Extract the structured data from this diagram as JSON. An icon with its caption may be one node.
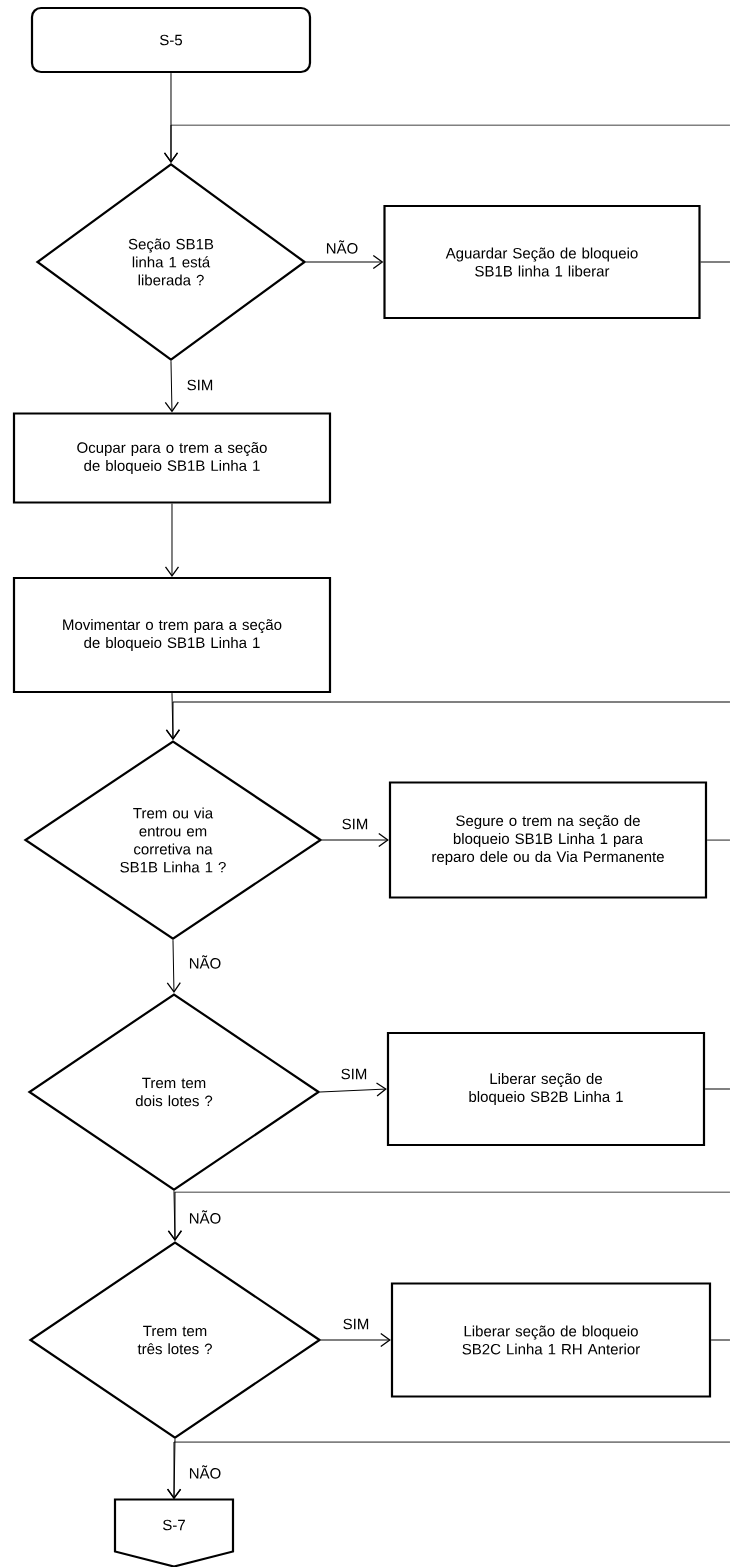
{
  "diagram": {
    "nodes": [
      {
        "text": [
          "S-5"
        ]
      },
      {
        "text": [
          "Seção SB1B linha 1 está liberada ?"
        ]
      },
      {
        "text": [
          "Aguardar Seção de bloqueio SB1B linha 1 liberar"
        ]
      },
      {
        "text": [
          "Ocupar para o trem a seção de bloqueio SB1B Linha 1"
        ]
      },
      {
        "text": [
          "Movimentar o trem para a seção de bloqueio SB1B Linha 1"
        ]
      },
      {
        "text": [
          "Trem ou via entrou em corretiva na SB1B Linha 1 ?"
        ]
      },
      {
        "text": [
          "Segure o trem na seção de bloqueio SB1B Linha 1 para reparo dele ou da Via Permanente"
        ]
      },
      {
        "text": [
          "Trem tem dois lotes ?"
        ]
      },
      {
        "text": [
          "Liberar seção de bloqueio SB2B Linha 1"
        ]
      },
      {
        "text": [
          "Trem tem três lotes ?"
        ]
      },
      {
        "text": [
          "Liberar seção de bloqueio SB2C Linha 1 RH Anterior"
        ]
      },
      {
        "text": [
          "S-7"
        ]
      }
    ],
    "edges": [
      {
        "from": 0,
        "to": 1,
        "arrow": "to"
      },
      {
        "from": null,
        "to": 1,
        "arrow": "to"
      },
      {
        "from": 1,
        "to": 2,
        "arrow": "to",
        "label": "NÃO"
      },
      {
        "from": 2,
        "to": null,
        "arrow": "none"
      },
      {
        "from": 1,
        "to": 3,
        "arrow": "to",
        "label": "SIM"
      },
      {
        "from": 3,
        "to": 4,
        "arrow": "to"
      },
      {
        "from": 4,
        "to": 5,
        "arrow": "to"
      },
      {
        "from": null,
        "to": 5,
        "arrow": "to"
      },
      {
        "from": 5,
        "to": 6,
        "arrow": "to",
        "label": "SIM"
      },
      {
        "from": 6,
        "to": null,
        "arrow": "none"
      },
      {
        "from": 5,
        "to": 7,
        "arrow": "to",
        "label": "NÃO"
      },
      {
        "from": 7,
        "to": 8,
        "arrow": "to",
        "label": "SIM"
      },
      {
        "from": 8,
        "to": null,
        "arrow": "none"
      },
      {
        "from": 7,
        "to": 9,
        "arrow": "to",
        "label": "NÃO"
      },
      {
        "from": null,
        "to": 9,
        "arrow": "to"
      },
      {
        "from": 9,
        "to": 10,
        "arrow": "to",
        "label": "SIM"
      },
      {
        "from": 10,
        "to": null,
        "arrow": "none"
      },
      {
        "from": 9,
        "to": 11,
        "arrow": "to",
        "label": "NÃO"
      },
      {
        "from": null,
        "to": 11,
        "arrow": "to"
      }
    ]
  }
}
